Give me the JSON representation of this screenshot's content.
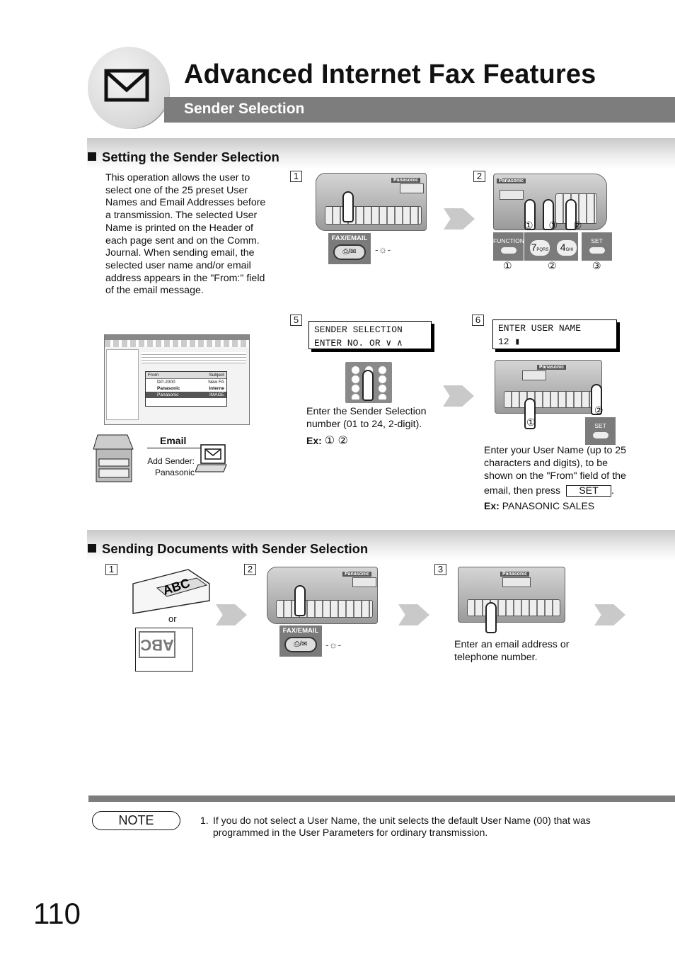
{
  "header": {
    "title": "Advanced Internet Fax Features",
    "subtitle": "Sender Selection"
  },
  "section1": {
    "title": "Setting the Sender Selection",
    "intro": "This operation allows the user to select one of the 25 preset User Names and Email Addresses before a transmission. The selected User Name is printed on the Header of each page sent and on the Comm. Journal. When sending email, the selected user name and/or email address appears in the \"From:\" field of the email message.",
    "steps": [
      "1",
      "2",
      "5",
      "6"
    ],
    "fax_email_label": "FAX/EMAIL",
    "brand": "Panasonic",
    "step2_buttons": {
      "function": "FUNCTION",
      "seven": "7",
      "seven_sub": "PQRS",
      "four": "4",
      "four_sub": "GHI",
      "set": "SET"
    },
    "step2_markers": {
      "m1": "①",
      "m2": "②",
      "m3": "③",
      "top": "① ③ ②"
    },
    "step5": {
      "lcd_line1": "SENDER SELECTION",
      "lcd_line2": "ENTER NO. OR ∨ ∧",
      "text": "Enter the Sender Selection number (01 to 24, 2-digit).",
      "ex_label": "Ex:",
      "ex_value": "① ②"
    },
    "step6": {
      "lcd_line1": "ENTER USER NAME",
      "lcd_line2": "12 ▮",
      "text1": "Enter your User Name (up to 25 characters and digits), to be shown on the \"From\" field of the",
      "text2": "email, then press",
      "set_key": "SET",
      "period": ".",
      "ex_label": "Ex:",
      "ex_value": "PANASONIC SALES",
      "marker_a": "①",
      "marker_b": "②",
      "set_label": "SET"
    },
    "illustration": {
      "email_label": "Email",
      "add_sender_label": "Add Sender:",
      "add_sender_value": "Panasonic",
      "mail_from_header": "From",
      "mail_subject_header": "Subject",
      "mail_rows": [
        {
          "from": "DP-2000",
          "subject": "New FA"
        },
        {
          "from": "Panasonic",
          "subject": "Interne"
        },
        {
          "from": "Panasonic",
          "subject": "IMAGE"
        }
      ]
    }
  },
  "section2": {
    "title": "Sending Documents with Sender Selection",
    "steps": [
      "1",
      "2",
      "3"
    ],
    "or_label": "or",
    "doc_letters": "ABC",
    "fax_email_label": "FAX/EMAIL",
    "brand": "Panasonic",
    "step3_text": "Enter an email address or telephone number."
  },
  "note": {
    "label": "NOTE",
    "items": [
      {
        "num": "1.",
        "text": "If you do not select a User Name, the unit selects the default User Name (00) that was programmed in the User Parameters for ordinary transmission."
      }
    ]
  },
  "page_number": "110"
}
